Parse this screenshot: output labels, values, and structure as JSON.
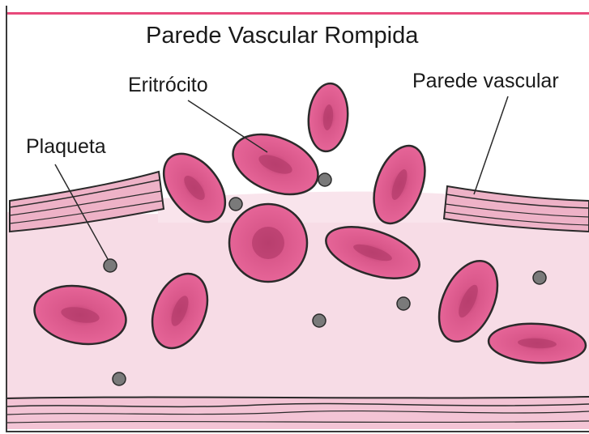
{
  "title": "Parede Vascular Rompida",
  "labels": {
    "erythrocyte": "Eritrócito",
    "platelet": "Plaqueta",
    "vessel_wall": "Parede vascular"
  },
  "colors": {
    "accent_line": "#e8497a",
    "cell_fill": "#e8679a",
    "cell_center": "#b83e6e",
    "plasma": "#f7dce6",
    "wall": "#eeb2c7",
    "platelet": "#7a7a7a",
    "outline": "#2a2a2a"
  }
}
